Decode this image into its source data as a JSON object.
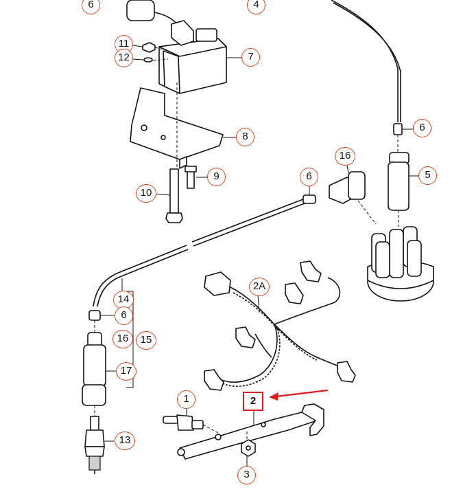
{
  "callouts": {
    "c6_top": "6",
    "c4": "4",
    "c11": "11",
    "c12": "12",
    "c7": "7",
    "c8": "8",
    "c9": "9",
    "c10": "10",
    "c6_right": "6",
    "c16_top": "16",
    "c5": "5",
    "c6_mid": "6",
    "c2a": "2A",
    "c14": "14",
    "c6_left": "6",
    "c16_left": "16",
    "c15": "15",
    "c17": "17",
    "c13": "13",
    "c1": "1",
    "c2": "2",
    "c3": "3"
  },
  "colors": {
    "callout_ring": "#e0461c",
    "highlight_box": "#e01b1b",
    "arrow": "#e01b1b",
    "linework": "#111111"
  },
  "highlighted_part": "2"
}
